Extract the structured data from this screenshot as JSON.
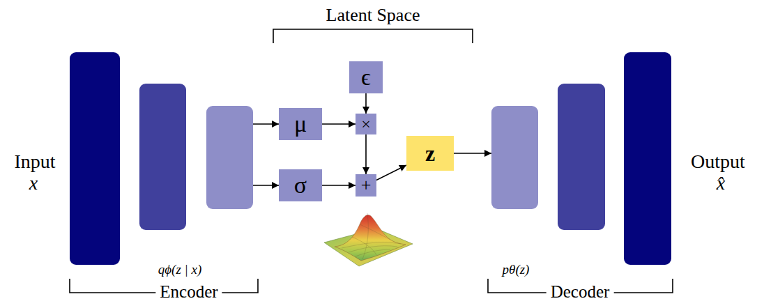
{
  "diagram": {
    "nodes": [
      {
        "text": [
          "μ"
        ]
      },
      {
        "text": [
          "σ"
        ]
      },
      {
        "text": [
          "ϵ"
        ]
      },
      {
        "text": [
          "×"
        ]
      },
      {
        "text": [
          "+"
        ]
      },
      {
        "text": [
          "z"
        ]
      }
    ],
    "edges": [
      {
        "from": 0,
        "to": 3,
        "arrow": "to"
      },
      {
        "from": 2,
        "to": 3,
        "arrow": "to"
      },
      {
        "from": 3,
        "to": 4,
        "arrow": "to"
      },
      {
        "from": 1,
        "to": 4,
        "arrow": "to"
      },
      {
        "from": 4,
        "to": 5,
        "arrow": "to"
      }
    ],
    "labels": [
      "Latent Space",
      "Input",
      "x",
      "Output",
      "x̂",
      "qϕ(z | x)",
      "pθ(z)",
      "Encoder",
      "Decoder"
    ]
  }
}
